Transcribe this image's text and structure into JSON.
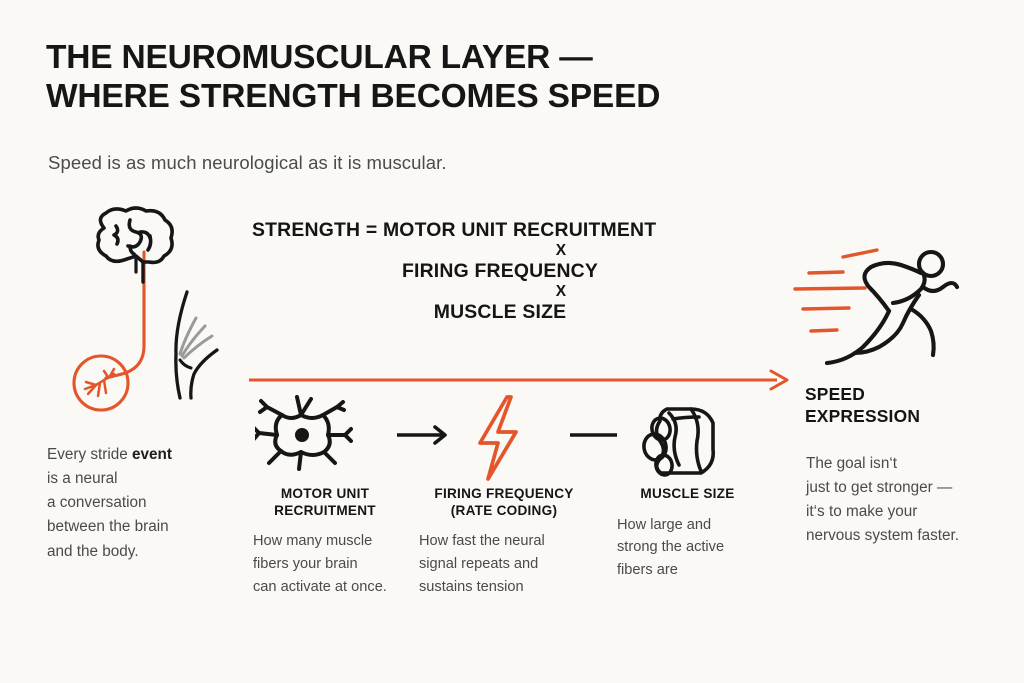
{
  "page": {
    "background_color": "#faf9f6",
    "accent_color": "#e4552a",
    "ink_color": "#161616",
    "muted_color": "#4a4a4a"
  },
  "header": {
    "title": "THE NEUROMUSCULAR LAYER —\nWHERE STRENGTH BECOMES SPEED",
    "subtitle": "Speed is as much neurological as it is muscular."
  },
  "equation": {
    "line1": "STRENGTH = MOTOR UNIT RECRUITMENT",
    "operator1": "X",
    "line2": "FIRING FREQUENCY",
    "operator2": "X",
    "line3": "MUSCLE SIZE"
  },
  "left_panel": {
    "brain_icon": "brain-icon",
    "node_icon": "nerve-node-icon",
    "knee_icon": "knee-joint-icon",
    "paragraph_pre": "Every stride ",
    "paragraph_accent": "event",
    "paragraph_rest": "\nis a neural\na conversation\nbetween the brain\nand the body."
  },
  "pillars": [
    {
      "icon": "neuron-icon",
      "title": "MOTOR UNIT\nRECRUITMENT",
      "body": "How many muscle\nfibers your brain\ncan activate at once.",
      "connector_after": "arrow-right-icon"
    },
    {
      "icon": "lightning-bolt-icon",
      "title": "FIRING FREQUENCY\n(RATE CODING)",
      "body": "How fast the neural\nsignal repeats and\nsustains tension",
      "connector_after": "dash-icon"
    },
    {
      "icon": "muscle-fiber-bundle-icon",
      "title": "MUSCLE SIZE",
      "body": "How large and\nstrong the active\nfibers are",
      "connector_after": ""
    }
  ],
  "right_panel": {
    "runner_icon": "sprinting-runner-icon",
    "heading": "SPEED\nEXPRESSION",
    "body": "The goal isn‘t\njust to get stronger —\nit‘s to make your\nnervous system faster."
  },
  "flow": {
    "main_arrow_icon": "long-orange-arrow-icon"
  }
}
